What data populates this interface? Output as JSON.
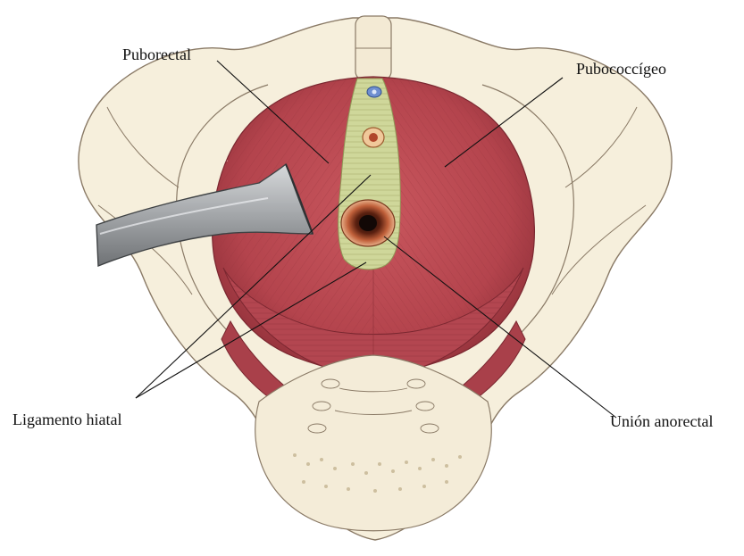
{
  "labels": {
    "puborectal": "Puborectal",
    "pubococcigeo": "Pubococcígeo",
    "ligamento_hiatal": "Ligamento hiatal",
    "union_anorectal": "Unión anorectal"
  },
  "colors": {
    "background": "#ffffff",
    "bone_fill": "#f6efdc",
    "bone_outline": "#8a7a66",
    "muscle": "#b8474f",
    "muscle_dark": "#8d2f38",
    "muscle_light": "#cf6b71",
    "hiatus_green": "#cfd79a",
    "retractor": "#a9abae",
    "leader_line": "#111111"
  }
}
